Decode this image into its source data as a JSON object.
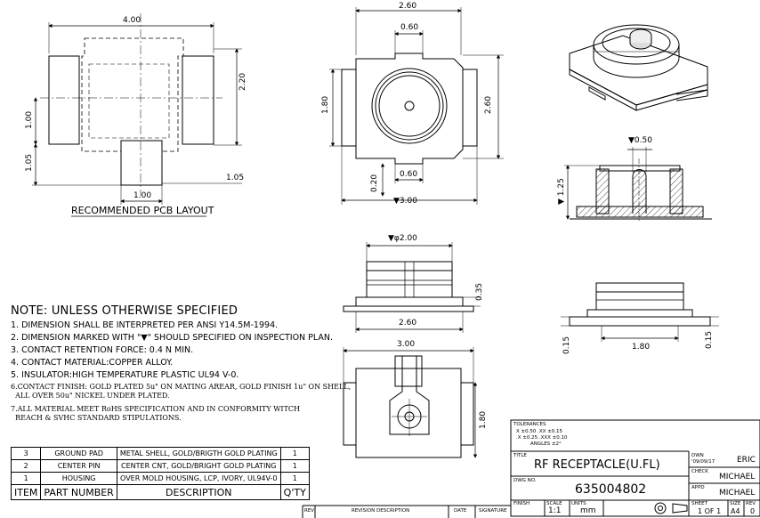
{
  "pcb_layout": {
    "title": "RECOMMENDED PCB LAYOUT",
    "dims": {
      "width": "4.00",
      "height": "2.20",
      "pad_height": "1.00",
      "center_pad_height": "1.05",
      "center_pad_width": "1.00",
      "offset": "1.05"
    }
  },
  "top_view": {
    "dims": {
      "width": "2.60",
      "inner_top": "0.60",
      "height_left": "1.80",
      "height_right": "2.60",
      "inner_bottom": "0.60",
      "bottom_offset": "0.20",
      "bottom_width": "▼3.00"
    }
  },
  "section_view": {
    "dims": {
      "tip": "▼0.50",
      "height": "▼ 1.25"
    }
  },
  "front_view": {
    "dims": {
      "diameter": "▼φ2.00",
      "height": "0.35",
      "width": "2.60"
    }
  },
  "side_view": {
    "dims": {
      "left": "0.15",
      "width": "1.80",
      "right": "0.15"
    }
  },
  "bottom_view": {
    "dims": {
      "width": "3.00",
      "height": "1.80"
    }
  },
  "notes": {
    "title": "NOTE: UNLESS OTHERWISE SPECIFIED",
    "items": [
      "1. DIMENSION SHALL BE INTERPRETED PER ANSI Y14.5M-1994.",
      "2. DIMENSION MARKED WITH \"▼\" SHOULD SPECIFIED ON INSPECTION PLAN.",
      "3. CONTACT RETENTION FORCE: 0.4 N MIN.",
      "4. CONTACT MATERIAL:COPPER ALLOY.",
      "5. INSULATOR:HIGH TEMPERATURE PLASTIC UL94 V-0.",
      "6.CONTACT FINISH: GOLD PLATED 5u\" ON MATING AREAR, GOLD FINISH 1u\" ON SHELL,\n  ALL OVER 50u\" NICKEL UNDER PLATED.",
      "7.ALL MATERIAL MEET RoHS SPECIFICATION AND IN CONFORMITY WITCH\n  REACH & SVHC STANDARD STIPULATIONS."
    ]
  },
  "bom": {
    "header": {
      "item": "ITEM",
      "part": "PART NUMBER",
      "desc": "DESCRIPTION",
      "qty": "Q'TY"
    },
    "rows": [
      {
        "item": "3",
        "part": "GROUND PAD",
        "desc": "METAL SHELL, GOLD/BRIGTH GOLD PLATING",
        "qty": "1"
      },
      {
        "item": "2",
        "part": "CENTER PIN",
        "desc": "CENTER  CNT, GOLD/BRIGHT GOLD PLATING",
        "qty": "1"
      },
      {
        "item": "1",
        "part": "HOUSING",
        "desc": "OVER MOLD HOUSING, LCP, IVORY, UL94V-0",
        "qty": "1"
      }
    ]
  },
  "revision_bar": {
    "rev": "REV",
    "desc": "REVISION DESCRIPTION",
    "date": "DATE",
    "signature": "SIGNATURE"
  },
  "title_block": {
    "tolerances_label": "TOLERANCES",
    "tol_line1": "X  ±0.50   .XX  ±0.15",
    "tol_line2": ".X  ±0.25   .XXX ±0.10",
    "tol_line3": "ANGLES  ±2°",
    "title_label": "TITLE",
    "title": "RF  RECEPTACLE(U.FL)",
    "dwg_label": "DWG NO.",
    "dwg_no": "635004802",
    "dwn_label": "DWN",
    "dwn_date": "'09/09/17",
    "dwn_name": "ERIC",
    "check_label": "CHECK",
    "check_name": "MICHAEL",
    "appd_label": "APPD",
    "appd_name": "MICHAEL",
    "finish_label": "FINISH",
    "scale_label": "SCALE",
    "scale": "1:1",
    "units_label": "UNITS",
    "units": "mm",
    "sheet_label": "SHEET",
    "sheet": "1  OF  1",
    "size_label": "SIZE",
    "size": "A4",
    "rev_label": "REV",
    "rev": "0"
  }
}
